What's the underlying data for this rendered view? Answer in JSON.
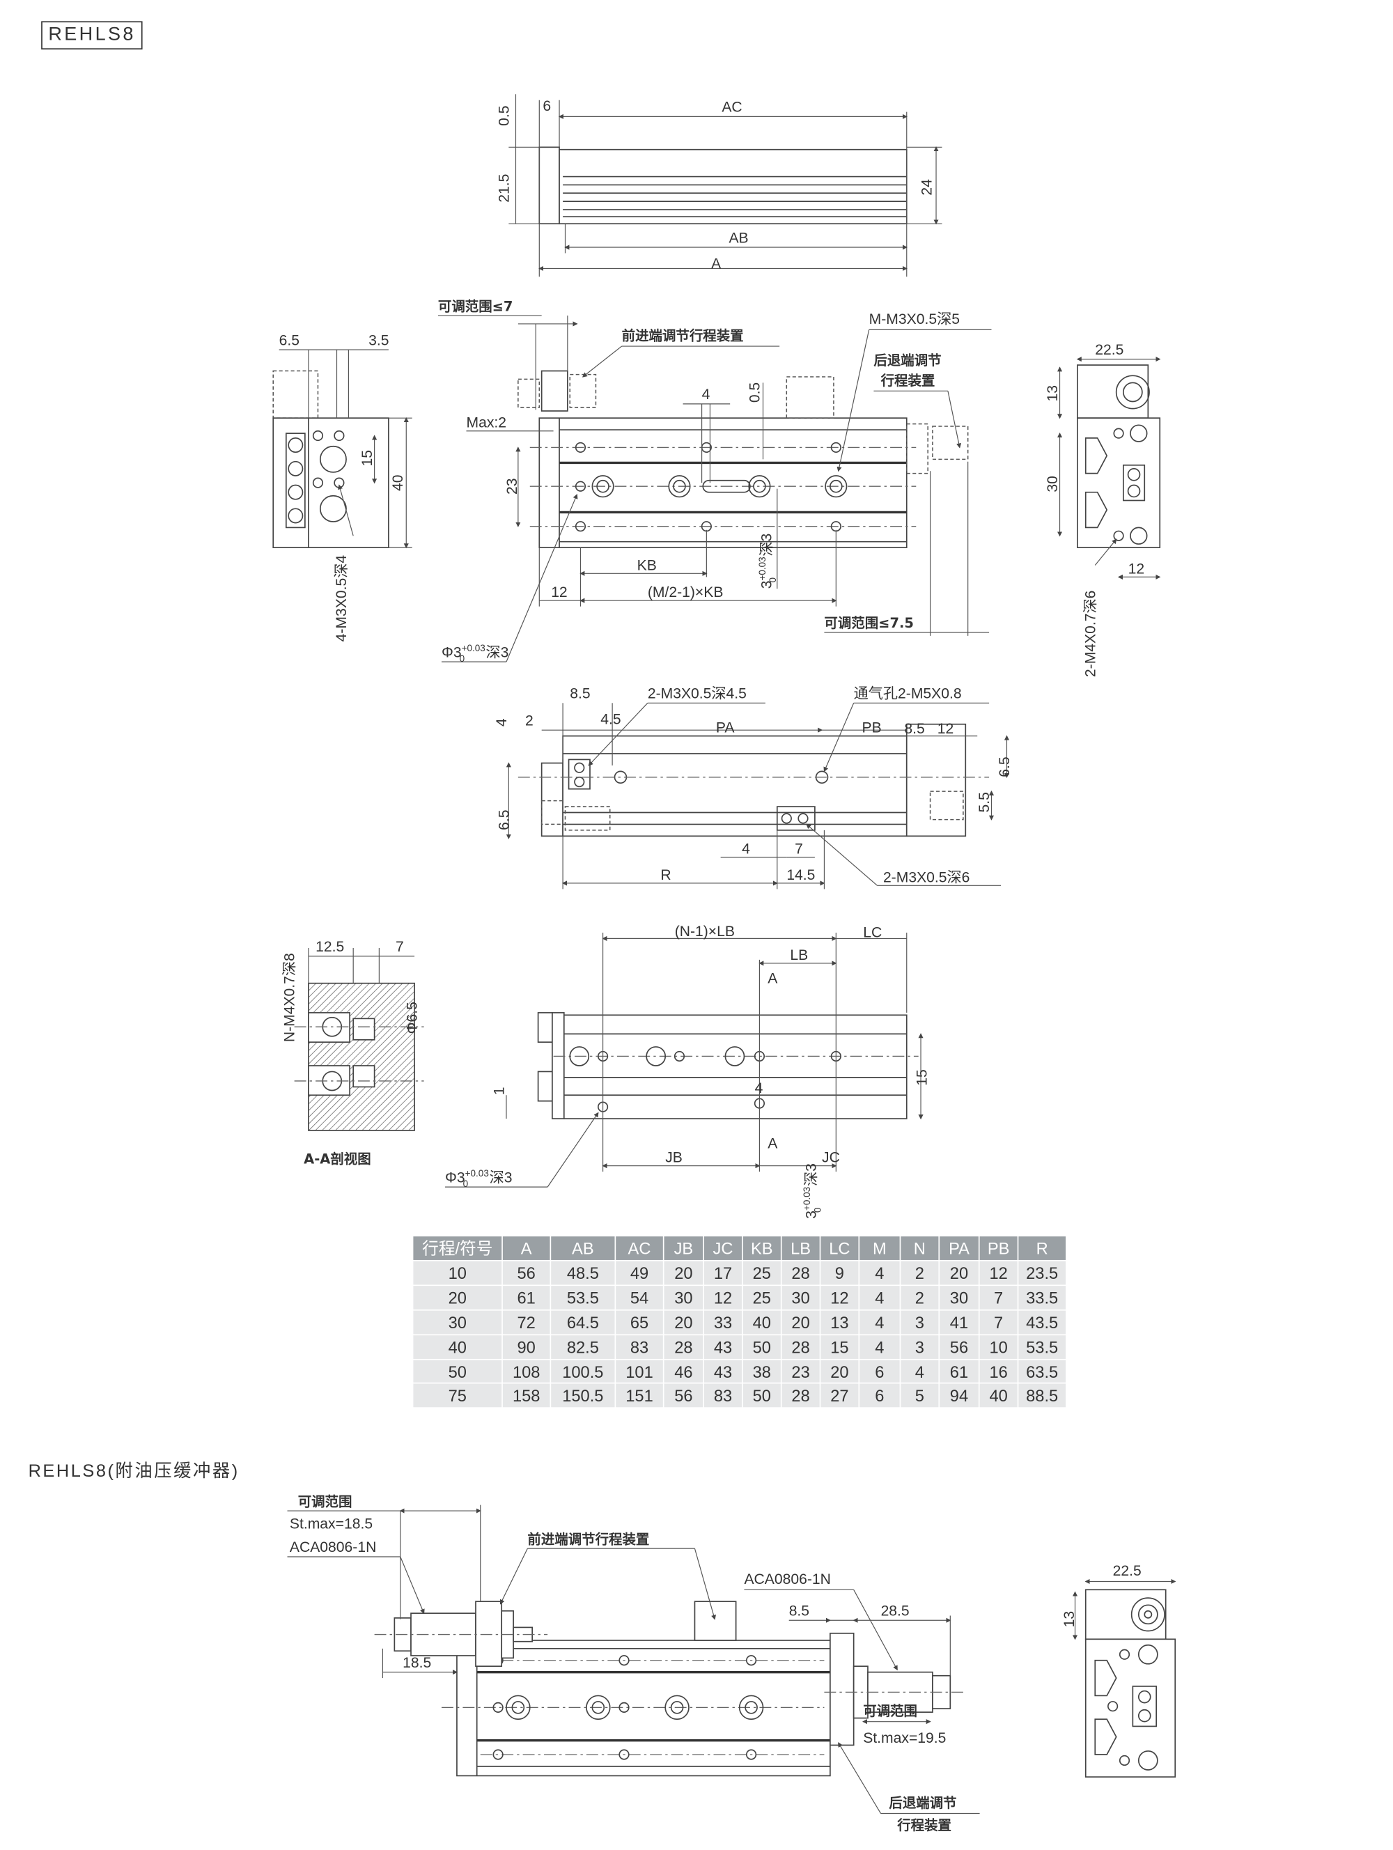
{
  "title": "REHLS8",
  "section2_title": "REHLS8(附油压缓冲器)",
  "top_view": [
    "0.5",
    "6",
    "AC",
    "21.5",
    "24",
    "AB",
    "A"
  ],
  "front_view": [
    "可调范围≤7",
    "前进端调节行程装置",
    "M-M3X0.5深5",
    "后退端调节",
    "行程装置",
    "4",
    "0.5",
    "Max:2",
    "23",
    "KB",
    "(M/2-1)×KB",
    "12",
    "可调范围≤7.5"
  ],
  "front_hole_note": {
    "base": "Φ3",
    "upper": "+0.03",
    "lower": "0",
    "suffix": "深3"
  },
  "front_vertical_note": {
    "base": "3",
    "upper": "+0.03",
    "lower": "0",
    "suffix": "深3"
  },
  "left_view": [
    "6.5",
    "3.5",
    "15",
    "40",
    "4-M3X0.5深4"
  ],
  "right_view": [
    "22.5",
    "13",
    "30",
    "12",
    "2-M4X0.7深6"
  ],
  "bottom_view": [
    "8.5",
    "2-M3X0.5深4.5",
    "通气孔2-M5X0.8",
    "4",
    "2",
    "4.5",
    "PA",
    "PB",
    "8.5",
    "12",
    "6.5",
    "5.5",
    "6.5",
    "4",
    "7",
    "R",
    "14.5",
    "2-M3X0.5深6"
  ],
  "section_view": [
    "N-M4X0.7深8",
    "12.5",
    "7",
    "Φ6.5",
    "A-A剖视图"
  ],
  "side_view": [
    "(N-1)×LB",
    "LC",
    "LB",
    "A",
    "15",
    "1",
    "4",
    "JB",
    "A",
    "JC"
  ],
  "side_hole_note": {
    "base": "Φ3",
    "upper": "+0.03",
    "lower": "0",
    "suffix": "深3"
  },
  "side_vertical_note": {
    "base": "3",
    "upper": "+0.03",
    "lower": "0",
    "suffix": "深3"
  },
  "table": {
    "headers": [
      "行程/符号",
      "A",
      "AB",
      "AC",
      "JB",
      "JC",
      "KB",
      "LB",
      "LC",
      "M",
      "N",
      "PA",
      "PB",
      "R"
    ],
    "rows": [
      [
        "10",
        "56",
        "48.5",
        "49",
        "20",
        "17",
        "25",
        "28",
        "9",
        "4",
        "2",
        "20",
        "12",
        "23.5"
      ],
      [
        "20",
        "61",
        "53.5",
        "54",
        "30",
        "12",
        "25",
        "30",
        "12",
        "4",
        "2",
        "30",
        "7",
        "33.5"
      ],
      [
        "30",
        "72",
        "64.5",
        "65",
        "20",
        "33",
        "40",
        "20",
        "13",
        "4",
        "3",
        "41",
        "7",
        "43.5"
      ],
      [
        "40",
        "90",
        "82.5",
        "83",
        "28",
        "43",
        "50",
        "28",
        "15",
        "4",
        "3",
        "56",
        "10",
        "53.5"
      ],
      [
        "50",
        "108",
        "100.5",
        "101",
        "46",
        "43",
        "38",
        "23",
        "20",
        "6",
        "4",
        "61",
        "16",
        "63.5"
      ],
      [
        "75",
        "158",
        "150.5",
        "151",
        "56",
        "83",
        "50",
        "28",
        "27",
        "6",
        "5",
        "94",
        "40",
        "88.5"
      ]
    ]
  },
  "buffer_view": [
    "可调范围",
    "St.max=18.5",
    "ACA0806-1N",
    "前进端调节行程装置",
    "ACA0806-1N",
    "8.5",
    "28.5",
    "18.5",
    "可调范围",
    "St.max=19.5",
    "后退端调节",
    "行程装置",
    "22.5",
    "13"
  ]
}
